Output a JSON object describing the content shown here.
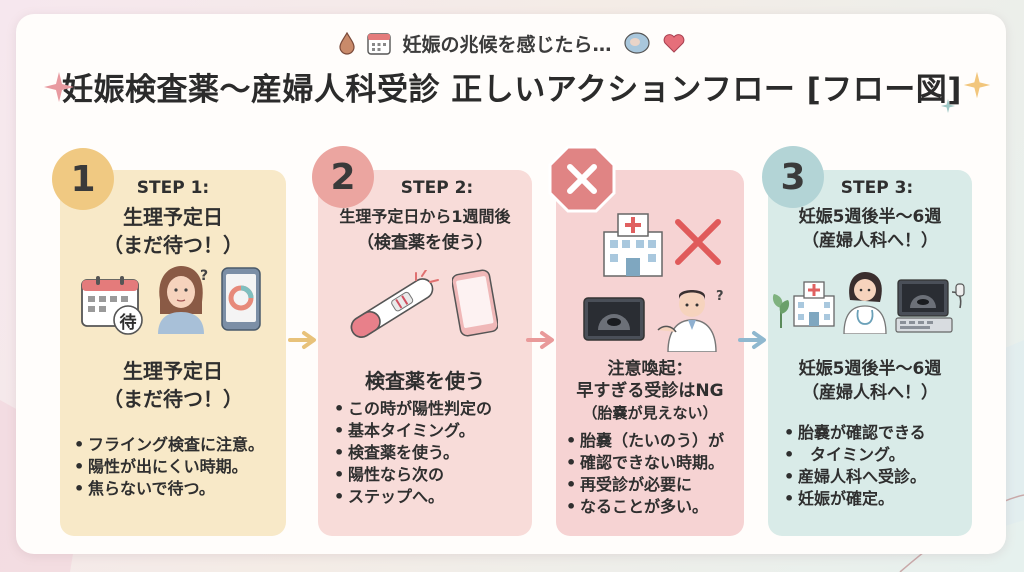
{
  "header": {
    "subtitle": "妊娠の兆候を感じたら…",
    "title": "妊娠検査薬〜産婦人科受診 正しいアクションフロー [フロー図]"
  },
  "steps": [
    {
      "number": "1",
      "step_label": "STEP 1:",
      "heading_line1": "生理予定日",
      "heading_line2": "（まだ待つ！）",
      "icon_badge": "待",
      "section_line1": "生理予定日",
      "section_line2": "（まだ待つ！）",
      "bullets": [
        "フライング検査に注意。",
        "陽性が出にくい時期。",
        "焦らないで待つ。"
      ]
    },
    {
      "number": "2",
      "step_label": "STEP 2:",
      "heading_line1": "生理予定日から1週間後",
      "heading_line2": "（検査薬を使う）",
      "section_line1": "検査薬を使う",
      "bullets": [
        "この時が陽性判定の",
        "基本タイミング。",
        "検査薬を使う。",
        "陽性なら次の",
        "ステップへ。"
      ]
    },
    {
      "number": "",
      "section_line1": "注意喚起：",
      "section_line2": "早すぎる受診はNG",
      "section_line3": "（胎嚢が見えない）",
      "bullets": [
        "胎嚢（たいのう）が",
        "確認できない時期。",
        "再受診が必要に",
        "なることが多い。"
      ]
    },
    {
      "number": "3",
      "step_label": "STEP 3:",
      "heading_line1": "妊娠5週後半〜6週",
      "heading_line2": "（産婦人科へ！）",
      "section_line1": "妊娠5週後半〜6週",
      "section_line2": "（産婦人科へ！）",
      "bullets": [
        "胎嚢が確認できる",
        "タイミング。",
        "産婦人科へ受診。",
        "妊娠が確定。"
      ]
    }
  ],
  "colors": {
    "card1": "#f8e9c8",
    "card2": "#f8dcd9",
    "card3": "#f6d3d3",
    "card4": "#d9ebe8",
    "badge1": "#f0c982",
    "badge2": "#eba5a0",
    "badge3": "#b3d4d6",
    "stop": "#e08484"
  },
  "icons": [
    "droplet-icon",
    "calendar-icon",
    "pill-icon",
    "heart-icon",
    "smartphone-icon",
    "pregnancy-test-icon",
    "hospital-icon",
    "cross-mark-icon",
    "ultrasound-icon",
    "doctor-icon",
    "plant-icon"
  ]
}
